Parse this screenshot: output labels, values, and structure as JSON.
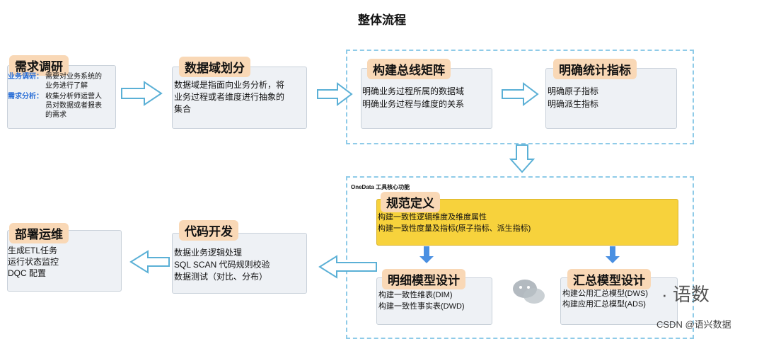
{
  "title": "整体流程",
  "req": {
    "tag": "需求调研",
    "biz_label": "业务调研：",
    "biz_text": [
      "需要对业务系统的",
      "业务进行了解"
    ],
    "need_label": "需求分析：",
    "need_text": [
      "收集分析师运营人",
      "员对数据或者报表",
      "的需求"
    ]
  },
  "domain": {
    "tag": "数据域划分",
    "lines": [
      "数据域是指面向业务分析，将",
      "业务过程或者维度进行抽象的",
      "集合"
    ]
  },
  "bus": {
    "tag": "构建总线矩阵",
    "lines": [
      "明确业务过程所属的数据域",
      "明确业务过程与维度的关系"
    ]
  },
  "metrics": {
    "tag": "明确统计指标",
    "lines": [
      "明确原子指标",
      "明确派生指标"
    ]
  },
  "onedata_label": "OneData 工具核心功能",
  "spec": {
    "tag": "规范定义",
    "lines": [
      "构建一致性逻辑维度及维度属性",
      "构建一致性度量及指标(原子指标、派生指标)"
    ]
  },
  "detail": {
    "tag": "明细模型设计",
    "lines": [
      "构建一致性维表(DIM)",
      "构建一致性事实表(DWD)"
    ]
  },
  "summary": {
    "tag": "汇总模型设计",
    "lines": [
      "构建公用汇总模型(DWS)",
      "构建应用汇总模型(ADS)"
    ]
  },
  "code": {
    "tag": "代码开发",
    "lines": [
      "数据业务逻辑处理",
      "SQL SCAN 代码规则校验",
      "数据测试（对比、分布）"
    ]
  },
  "deploy": {
    "tag": "部署运维",
    "lines": [
      "生成ETL任务",
      "运行状态监控",
      "DQC 配置"
    ]
  },
  "watermark": {
    "wechat_text": "· 语数",
    "footer": "CSDN @语兴数据"
  }
}
